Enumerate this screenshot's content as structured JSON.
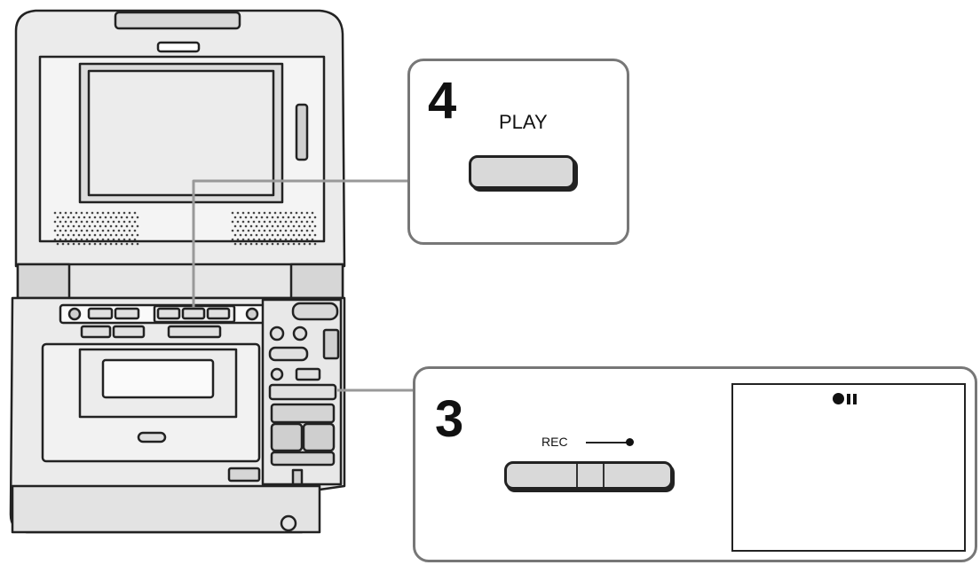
{
  "callouts": {
    "step4": {
      "number": "4",
      "button_label": "PLAY"
    },
    "step3": {
      "number": "3",
      "button_label": "REC",
      "display_icon": "record-pause-icon"
    }
  },
  "colors": {
    "line": "#222222",
    "callout_border": "#777777",
    "button_fill": "#d9d9d9",
    "device_fill": "#ebebeb"
  }
}
